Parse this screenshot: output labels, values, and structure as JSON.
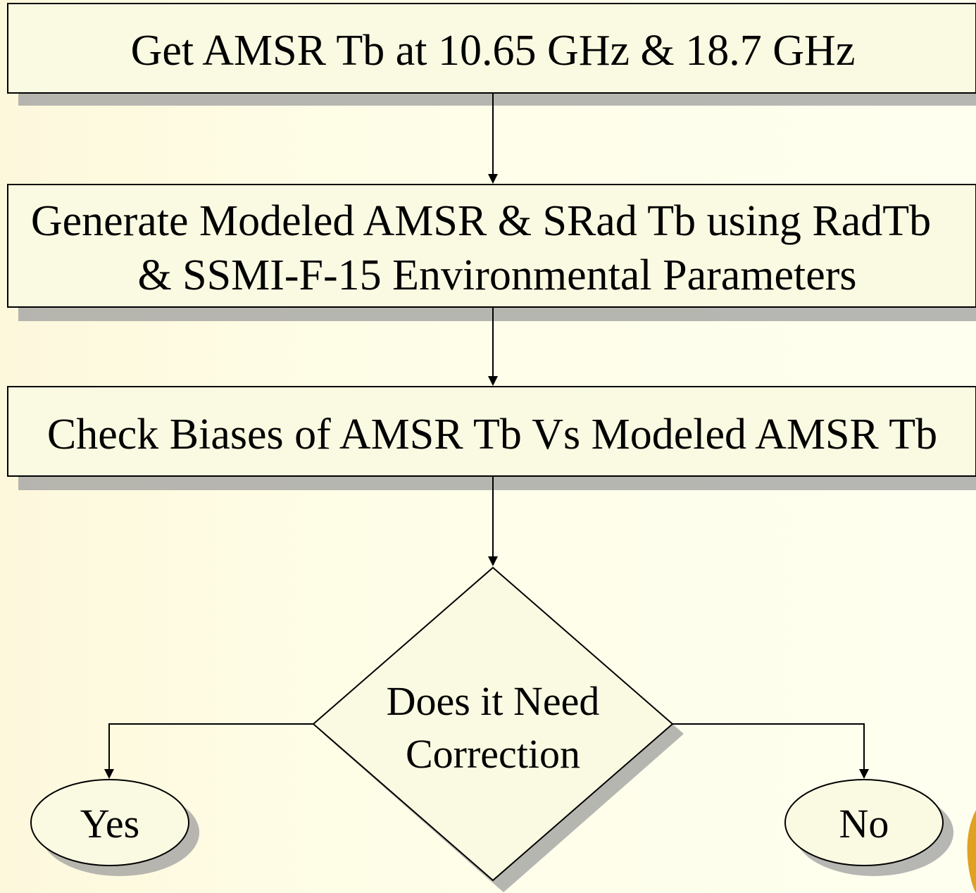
{
  "steps": [
    {
      "lines": [
        "Get AMSR Tb at 10.65 GHz & 18.7 GHz"
      ]
    },
    {
      "lines": [
        "Generate Modeled AMSR & SRad Tb using RadTb",
        "& SSMI-F-15 Environmental Parameters"
      ]
    },
    {
      "lines": [
        "Check Biases of AMSR Tb Vs Modeled AMSR Tb"
      ]
    }
  ],
  "decision": {
    "lines": [
      "Does it Need",
      "Correction"
    ]
  },
  "outcomes": {
    "yes": "Yes",
    "no": "No"
  },
  "colors": {
    "box_fill": "#fafae2",
    "background": "#fefee8",
    "shadow": "#9e9e9e",
    "stroke": "#000000"
  }
}
